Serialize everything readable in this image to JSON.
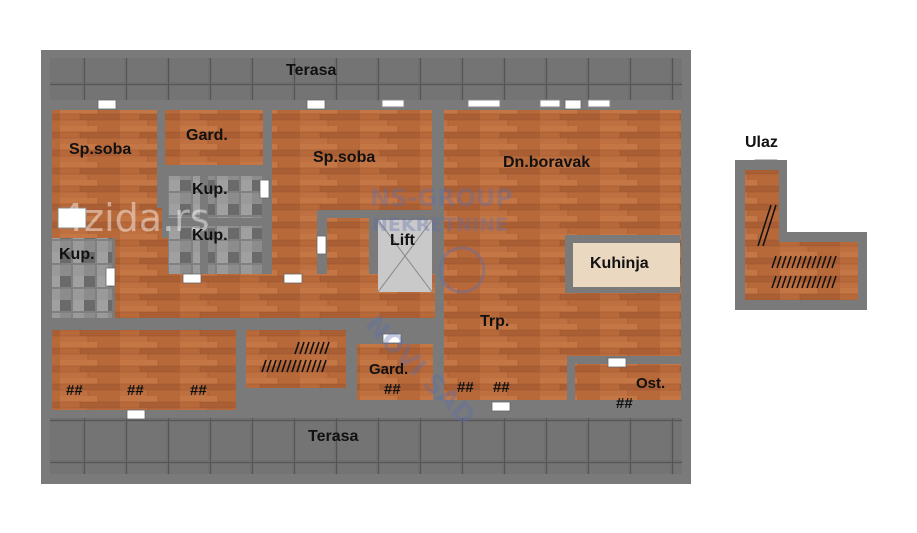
{
  "rooms": {
    "terasa_top": "Terasa",
    "terasa_bottom": "Terasa",
    "spsoba_left": "Sp.soba",
    "gard_top": "Gard.",
    "spsoba_center": "Sp.soba",
    "kup_1": "Kup.",
    "kup_2": "Kup.",
    "kup_left": "Kup.",
    "lift": "Lift",
    "dnboravak": "Dn.boravak",
    "kuhinja": "Kuhinja",
    "trp": "Trp.",
    "gard_bottom": "Gard.",
    "ost": "Ost.",
    "ulaz": "Ulaz"
  },
  "marks": {
    "m1": "##",
    "m2": "##",
    "m3": "##",
    "m4": "##",
    "m5": "##",
    "m6": "##",
    "m7": "##"
  },
  "watermark": {
    "agency_line1": "NS-GROUP",
    "agency_line2": "NEKRETNINE",
    "agency_line3": "NOVI SAD",
    "portal": "4zida.rs"
  },
  "colors": {
    "wall": "#7a7a7a",
    "wood": "#b8693a",
    "tile": "#6f6f6f",
    "kitchen": "#ead8c0",
    "lift": "#c9c9c9"
  }
}
